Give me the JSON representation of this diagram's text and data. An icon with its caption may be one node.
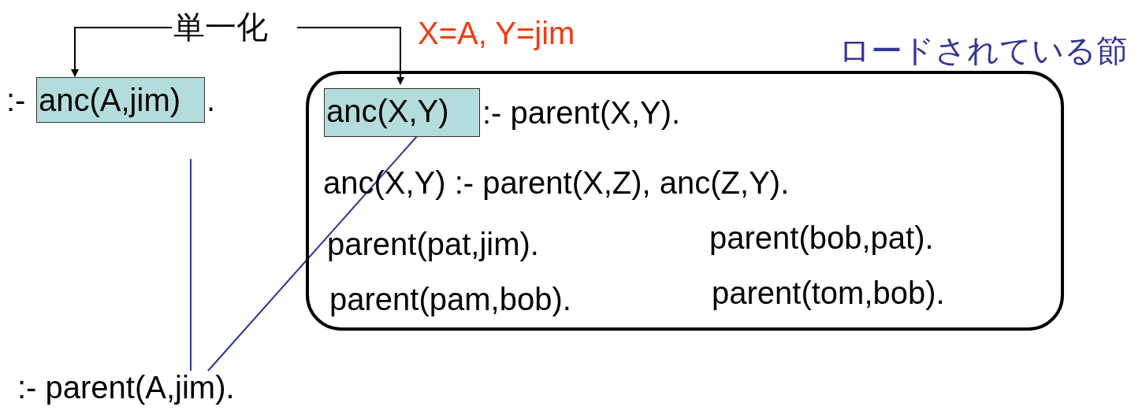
{
  "diagram": {
    "nodes": [
      {
        "text": [
          "単一化"
        ]
      },
      {
        "text": [
          "anc(A,jim)"
        ]
      },
      {
        "text": [
          "ロードされている節"
        ]
      },
      {
        "text": [
          "anc(X,Y)"
        ],
        "in": 2
      },
      {
        "text": [
          ":- parent(A,jim)."
        ]
      }
    ],
    "edges": [
      {
        "from": 0,
        "to": 1,
        "arrow": "to"
      },
      {
        "from": 0,
        "to": 3,
        "arrow": "to"
      },
      {
        "from": 1,
        "to": 4,
        "arrow": "none",
        "color": "#333399"
      },
      {
        "from": 3,
        "to": 4,
        "arrow": "none",
        "color": "#333399"
      }
    ],
    "labels": [
      ":-",
      ".",
      "X=A, Y=jim",
      ":- parent(X,Y).",
      "anc(X,Y) :- parent(X,Z), anc(Z,Y).",
      "parent(bob,pat).",
      "parent(pat,jim).",
      "parent(tom,bob).",
      "parent(pam,bob)."
    ]
  }
}
